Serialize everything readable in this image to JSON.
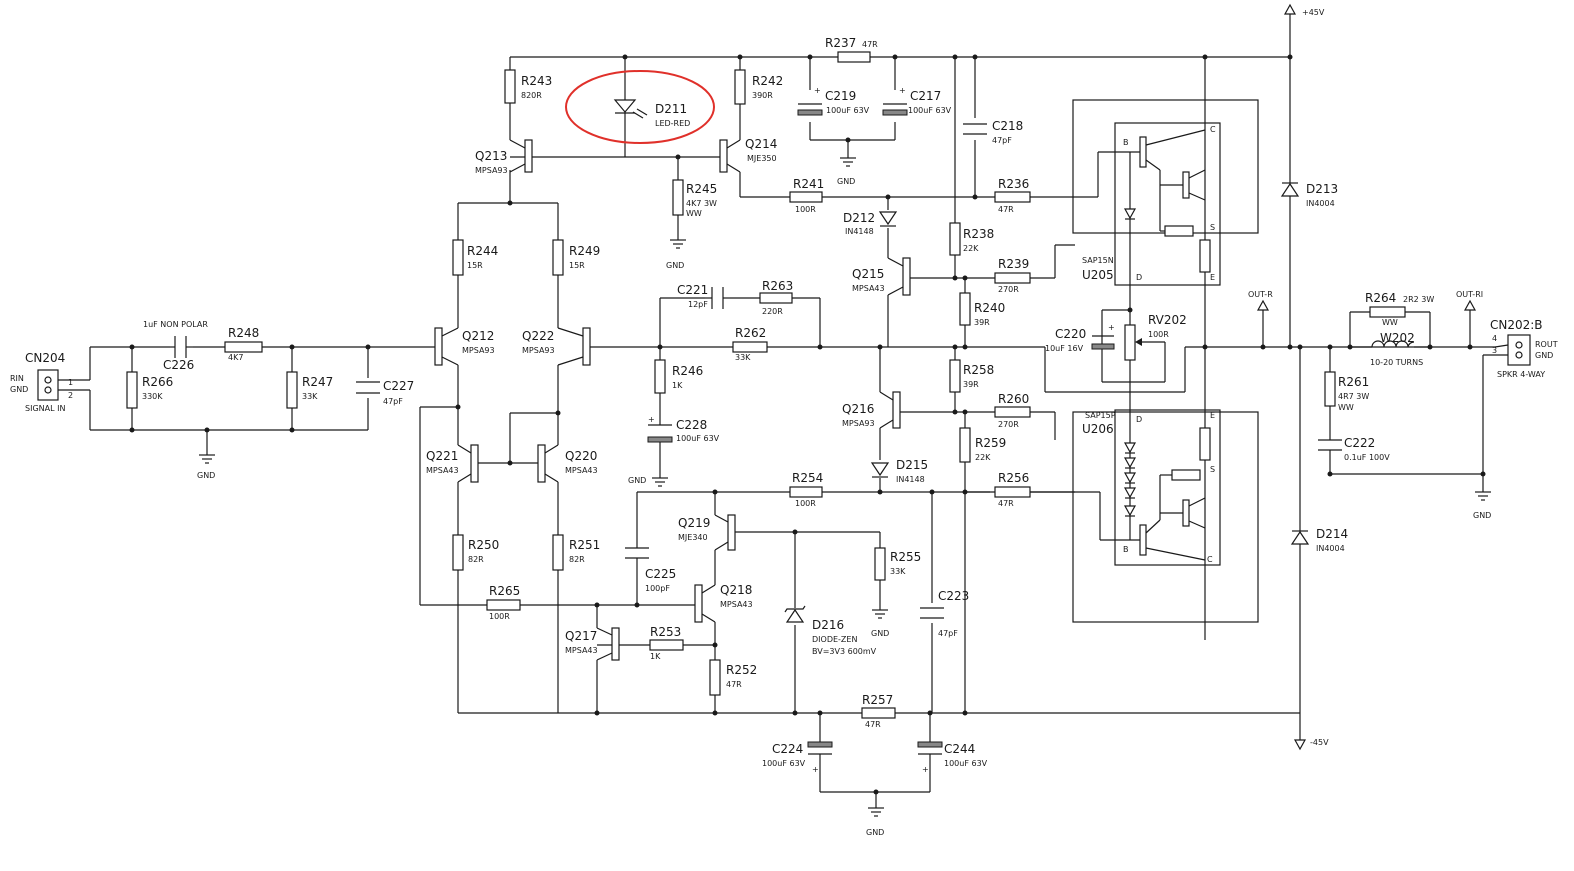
{
  "labels": {
    "net_vpos": "+45V",
    "net_vneg": "-45V",
    "gnd": "GND",
    "out_r": "OUT-R",
    "out_ri": "OUT-RI",
    "signal_in": "SIGNAL IN",
    "rin": "RIN",
    "pin1": "1",
    "pin2": "2",
    "rout": "ROUT",
    "gnd_out": "GND",
    "pin4": "4",
    "pin3": "3",
    "spkr": "SPKR 4-WAY",
    "cap_note": "1uF NON POLAR",
    "pin_b": "B",
    "pin_c": "C",
    "pin_e": "E",
    "pin_d": "D",
    "pin_s": "S",
    "ww": "WW"
  },
  "refs": {
    "cn204": "CN204",
    "cn202": "CN202:B",
    "r243": "R243",
    "r242": "R242",
    "r237": "R237",
    "r245": "R245",
    "r241": "R241",
    "r236": "R236",
    "r238": "R238",
    "r239": "R239",
    "r240": "R240",
    "r244": "R244",
    "r249": "R249",
    "r248": "R248",
    "r266": "R266",
    "r247": "R247",
    "r263": "R263",
    "r262": "R262",
    "r246": "R246",
    "r258": "R258",
    "r260": "R260",
    "r259": "R259",
    "r254": "R254",
    "r256": "R256",
    "r250": "R250",
    "r251": "R251",
    "r265": "R265",
    "r253": "R253",
    "r252": "R252",
    "r255": "R255",
    "r257": "R257",
    "r264": "R264",
    "r261": "R261",
    "c219": "C219",
    "c217": "C217",
    "c218": "C218",
    "c226": "C226",
    "c227": "C227",
    "c221": "C221",
    "c228": "C228",
    "c220": "C220",
    "c225": "C225",
    "c223": "C223",
    "c224": "C224",
    "c244": "C244",
    "c222": "C222",
    "d211": "D211",
    "d212": "D212",
    "d213": "D213",
    "d214": "D214",
    "d215": "D215",
    "d216": "D216",
    "q213": "Q213",
    "q214": "Q214",
    "q215": "Q215",
    "q216": "Q216",
    "q212": "Q212",
    "q222": "Q222",
    "q221": "Q221",
    "q220": "Q220",
    "q219": "Q219",
    "q218": "Q218",
    "q217": "Q217",
    "u205": "U205",
    "u206": "U206",
    "rv202": "RV202",
    "w202": "W202"
  },
  "values": {
    "r243": "820R",
    "r242": "390R",
    "r237": "47R",
    "r245": "4K7 3W",
    "r241": "100R",
    "r236": "47R",
    "r238": "22K",
    "r239": "270R",
    "r240": "39R",
    "r244": "15R",
    "r249": "15R",
    "r248": "4K7",
    "r266": "330K",
    "r247": "33K",
    "r263": "220R",
    "r262": "33K",
    "r246": "1K",
    "r258": "39R",
    "r260": "270R",
    "r259": "22K",
    "r254": "100R",
    "r256": "47R",
    "r250": "82R",
    "r251": "82R",
    "r265": "100R",
    "r253": "1K",
    "r252": "47R",
    "r255": "33K",
    "r257": "47R",
    "r264": "2R2 3W",
    "r261": "4R7 3W",
    "c219": "100uF 63V",
    "c217": "100uF 63V",
    "c218": "47pF",
    "c227": "47pF",
    "c221": "12pF",
    "c228": "100uF 63V",
    "c220": "10uF 16V",
    "c225": "100pF",
    "c223": "47pF",
    "c224": "100uF 63V",
    "c244": "100uF 63V",
    "c222": "0.1uF 100V",
    "d211": "LED-RED",
    "d212": "IN4148",
    "d213": "IN4004",
    "d214": "IN4004",
    "d215": "IN4148",
    "d216_a": "DIODE-ZEN",
    "d216_b": "BV=3V3 600mV",
    "q213": "MPSA93",
    "q214": "MJE350",
    "q215": "MPSA43",
    "q216": "MPSA93",
    "q212": "MPSA93",
    "q222": "MPSA93",
    "q221": "MPSA43",
    "q220": "MPSA43",
    "q219": "MJE340",
    "q218": "MPSA43",
    "q217": "MPSA43",
    "u205": "SAP15N",
    "u206": "SAP15P",
    "rv202": "100R",
    "w202": "10-20 TURNS"
  },
  "annotation_color": "#e0302a"
}
